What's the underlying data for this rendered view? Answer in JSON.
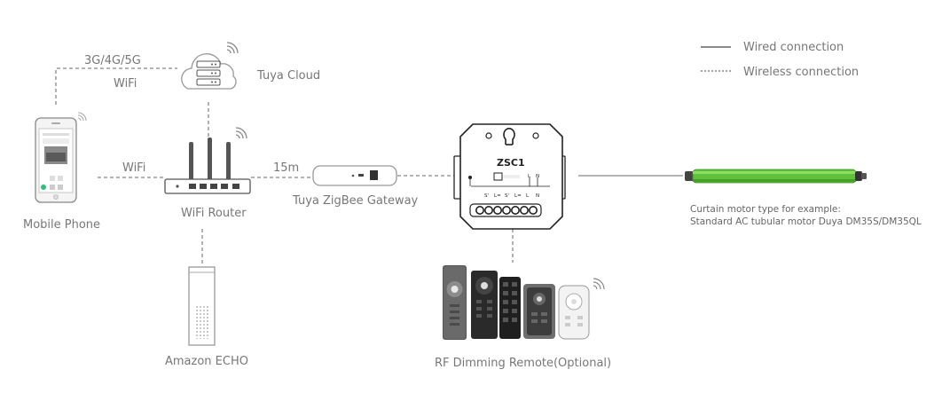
{
  "legend": {
    "wired": "Wired connection",
    "wireless": "Wireless connection"
  },
  "labels": {
    "network": "3G/4G/5G",
    "wifi_top": "WiFi",
    "cloud": "Tuya Cloud",
    "wifi_phone": "WiFi",
    "distance": "15m",
    "phone": "Mobile Phone",
    "router": "WiFi Router",
    "gateway": "Tuya ZigBee Gateway",
    "echo": "Amazon ECHO",
    "remote": "RF Dimming Remote(Optional)",
    "motor_line1": "Curtain motor type for example:",
    "motor_line2": "Standard AC tubular motor Duya DM35S/DM35QL"
  },
  "device": {
    "model": "ZSC1",
    "pins_top": [
      "L",
      "N"
    ],
    "pins_bottom": [
      "S'",
      "L=",
      "S'",
      "L=",
      "L",
      "N"
    ]
  },
  "colors": {
    "line": "#888888",
    "text": "#777777",
    "motor": "#5fc23a",
    "device_outline": "#222222"
  }
}
